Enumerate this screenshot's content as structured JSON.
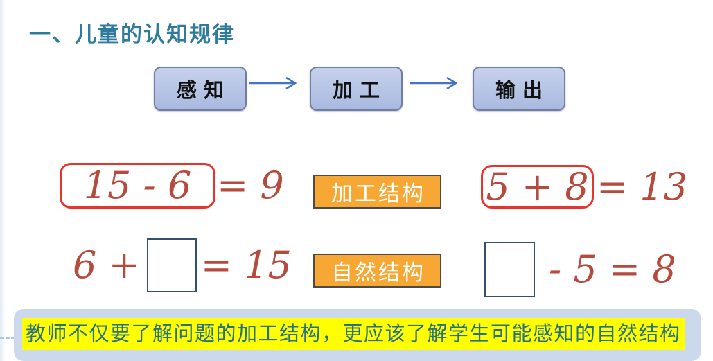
{
  "slide": {
    "title": "一、儿童的认知规律"
  },
  "flowchart": {
    "nodes": [
      {
        "label": "感知"
      },
      {
        "label": "加工"
      },
      {
        "label": "输出"
      }
    ],
    "arrow_icon": "right-arrow"
  },
  "labels": {
    "processing_structure": "加工结构",
    "natural_structure": "自然结构"
  },
  "equations": {
    "top_left": {
      "circled": "15 - 6",
      "suffix": "= 9"
    },
    "top_right": {
      "circled": "5 + 8",
      "suffix": "= 13"
    },
    "bottom_left": {
      "prefix": "6 +",
      "suffix": "= 15"
    },
    "bottom_right": {
      "suffix": "- 5 = 8"
    }
  },
  "note": {
    "text": "教师不仅要了解问题的加工结构，更应该了解学生可能感知的自然结构"
  },
  "colors": {
    "title_text": "#2E7B9D",
    "node_fill": "#AFBEE2",
    "node_border": "#6E7FA3",
    "arrow": "#4472C4",
    "label_fill": "#F7A733",
    "label_border": "#4A4A4A",
    "label_text": "#FFFFFF",
    "handwriting_red": "#B64A3C",
    "annotation_ring_red": "#E7352C",
    "answer_box_border": "#33506F",
    "note_fill": "#CCD8EC",
    "highlight_yellow": "#FFFF00",
    "note_text": "#27707E"
  }
}
